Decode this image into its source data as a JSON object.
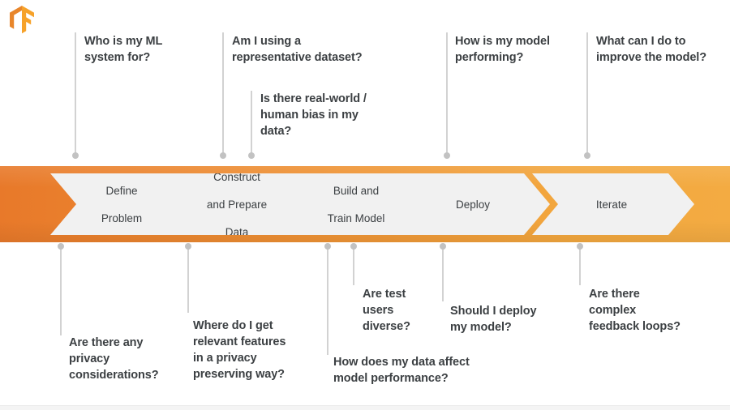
{
  "slide": {
    "logo_icon": "tensorflow-logo-icon",
    "background_color": "#ffffff",
    "banner_gradient_from": "#e8792a",
    "banner_gradient_to": "#f3ab42",
    "chevron_fill": "#f1f1f1",
    "text_color": "#3c4043",
    "connector_color": "#d2d2d2"
  },
  "pipeline": {
    "stages": [
      {
        "label": "Define\nProblem",
        "line1": "Define",
        "line2": "Problem",
        "line3": ""
      },
      {
        "label": "Construct and Prepare Data",
        "line1": "Construct",
        "line2": "and Prepare",
        "line3": "Data"
      },
      {
        "label": "Build and Train Model",
        "line1": "Build and",
        "line2": "Train Model",
        "line3": ""
      },
      {
        "label": "Deploy",
        "line1": "Deploy",
        "line2": "",
        "line3": ""
      },
      {
        "label": "Iterate",
        "line1": "Iterate",
        "line2": "",
        "line3": ""
      }
    ]
  },
  "questions_above": [
    {
      "id": "q-who-is-my-ml-system-for",
      "line1": "Who is my ML",
      "line2": "system for?",
      "line3": ""
    },
    {
      "id": "q-representative-dataset",
      "line1": "Am I using a",
      "line2": "representative dataset?",
      "line3": ""
    },
    {
      "id": "q-real-world-human-bias",
      "line1": "Is there real-world /",
      "line2": "human bias in my",
      "line3": "data?"
    },
    {
      "id": "q-how-is-my-model-performing",
      "line1": "How is my model",
      "line2": "performing?",
      "line3": ""
    },
    {
      "id": "q-improve-the-model",
      "line1": "What can I do to",
      "line2": "improve the model?",
      "line3": ""
    }
  ],
  "questions_below": [
    {
      "id": "q-privacy-considerations",
      "line1": "Are there any",
      "line2": "privacy",
      "line3": "considerations?"
    },
    {
      "id": "q-relevant-features-privacy",
      "line1": "Where do I get",
      "line2": "relevant features",
      "line3": "in a privacy",
      "line4": "preserving way?"
    },
    {
      "id": "q-data-affect-performance",
      "line1": "How does my data affect",
      "line2": "model performance?",
      "line3": ""
    },
    {
      "id": "q-test-users-diverse",
      "line1": "Are test",
      "line2": "users",
      "line3": "diverse?"
    },
    {
      "id": "q-should-i-deploy",
      "line1": "Should I deploy",
      "line2": "my model?",
      "line3": ""
    },
    {
      "id": "q-complex-feedback-loops",
      "line1": "Are there",
      "line2": "complex",
      "line3": "feedback loops?"
    }
  ]
}
